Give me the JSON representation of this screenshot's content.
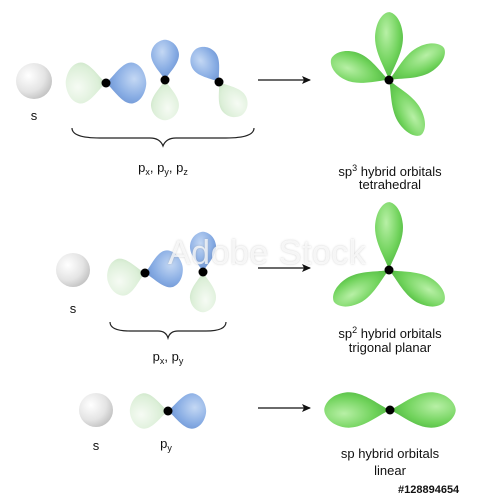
{
  "colors": {
    "hybrid_green": "#6ed15a",
    "p_blue": "#7ea6df",
    "p_pale_green": "#d9efd9",
    "s_sphere": "#e2e2e2",
    "nucleus": "#000000"
  },
  "sp3_section": {
    "s_label": "s",
    "p_label_base": "p",
    "p_subscripts": [
      "x",
      "y",
      "z"
    ],
    "hybrid_label_prefix": "sp",
    "hybrid_label_sup": "3",
    "hybrid_label_suffix": " hybrid orbitals",
    "geometry": "tetrahedral"
  },
  "sp2_section": {
    "s_label": "s",
    "p_label_base": "p",
    "p_subscripts": [
      "x",
      "y"
    ],
    "hybrid_label_prefix": "sp",
    "hybrid_label_sup": "2",
    "hybrid_label_suffix": " hybrid orbitals",
    "geometry": "trigonal planar"
  },
  "sp_section": {
    "s_label": "s",
    "p_label_base": "p",
    "p_subscript": "y",
    "hybrid_label": "sp hybrid orbitals",
    "geometry": "linear"
  },
  "watermark": {
    "text": "Adobe Stock",
    "id": "#128894654"
  }
}
